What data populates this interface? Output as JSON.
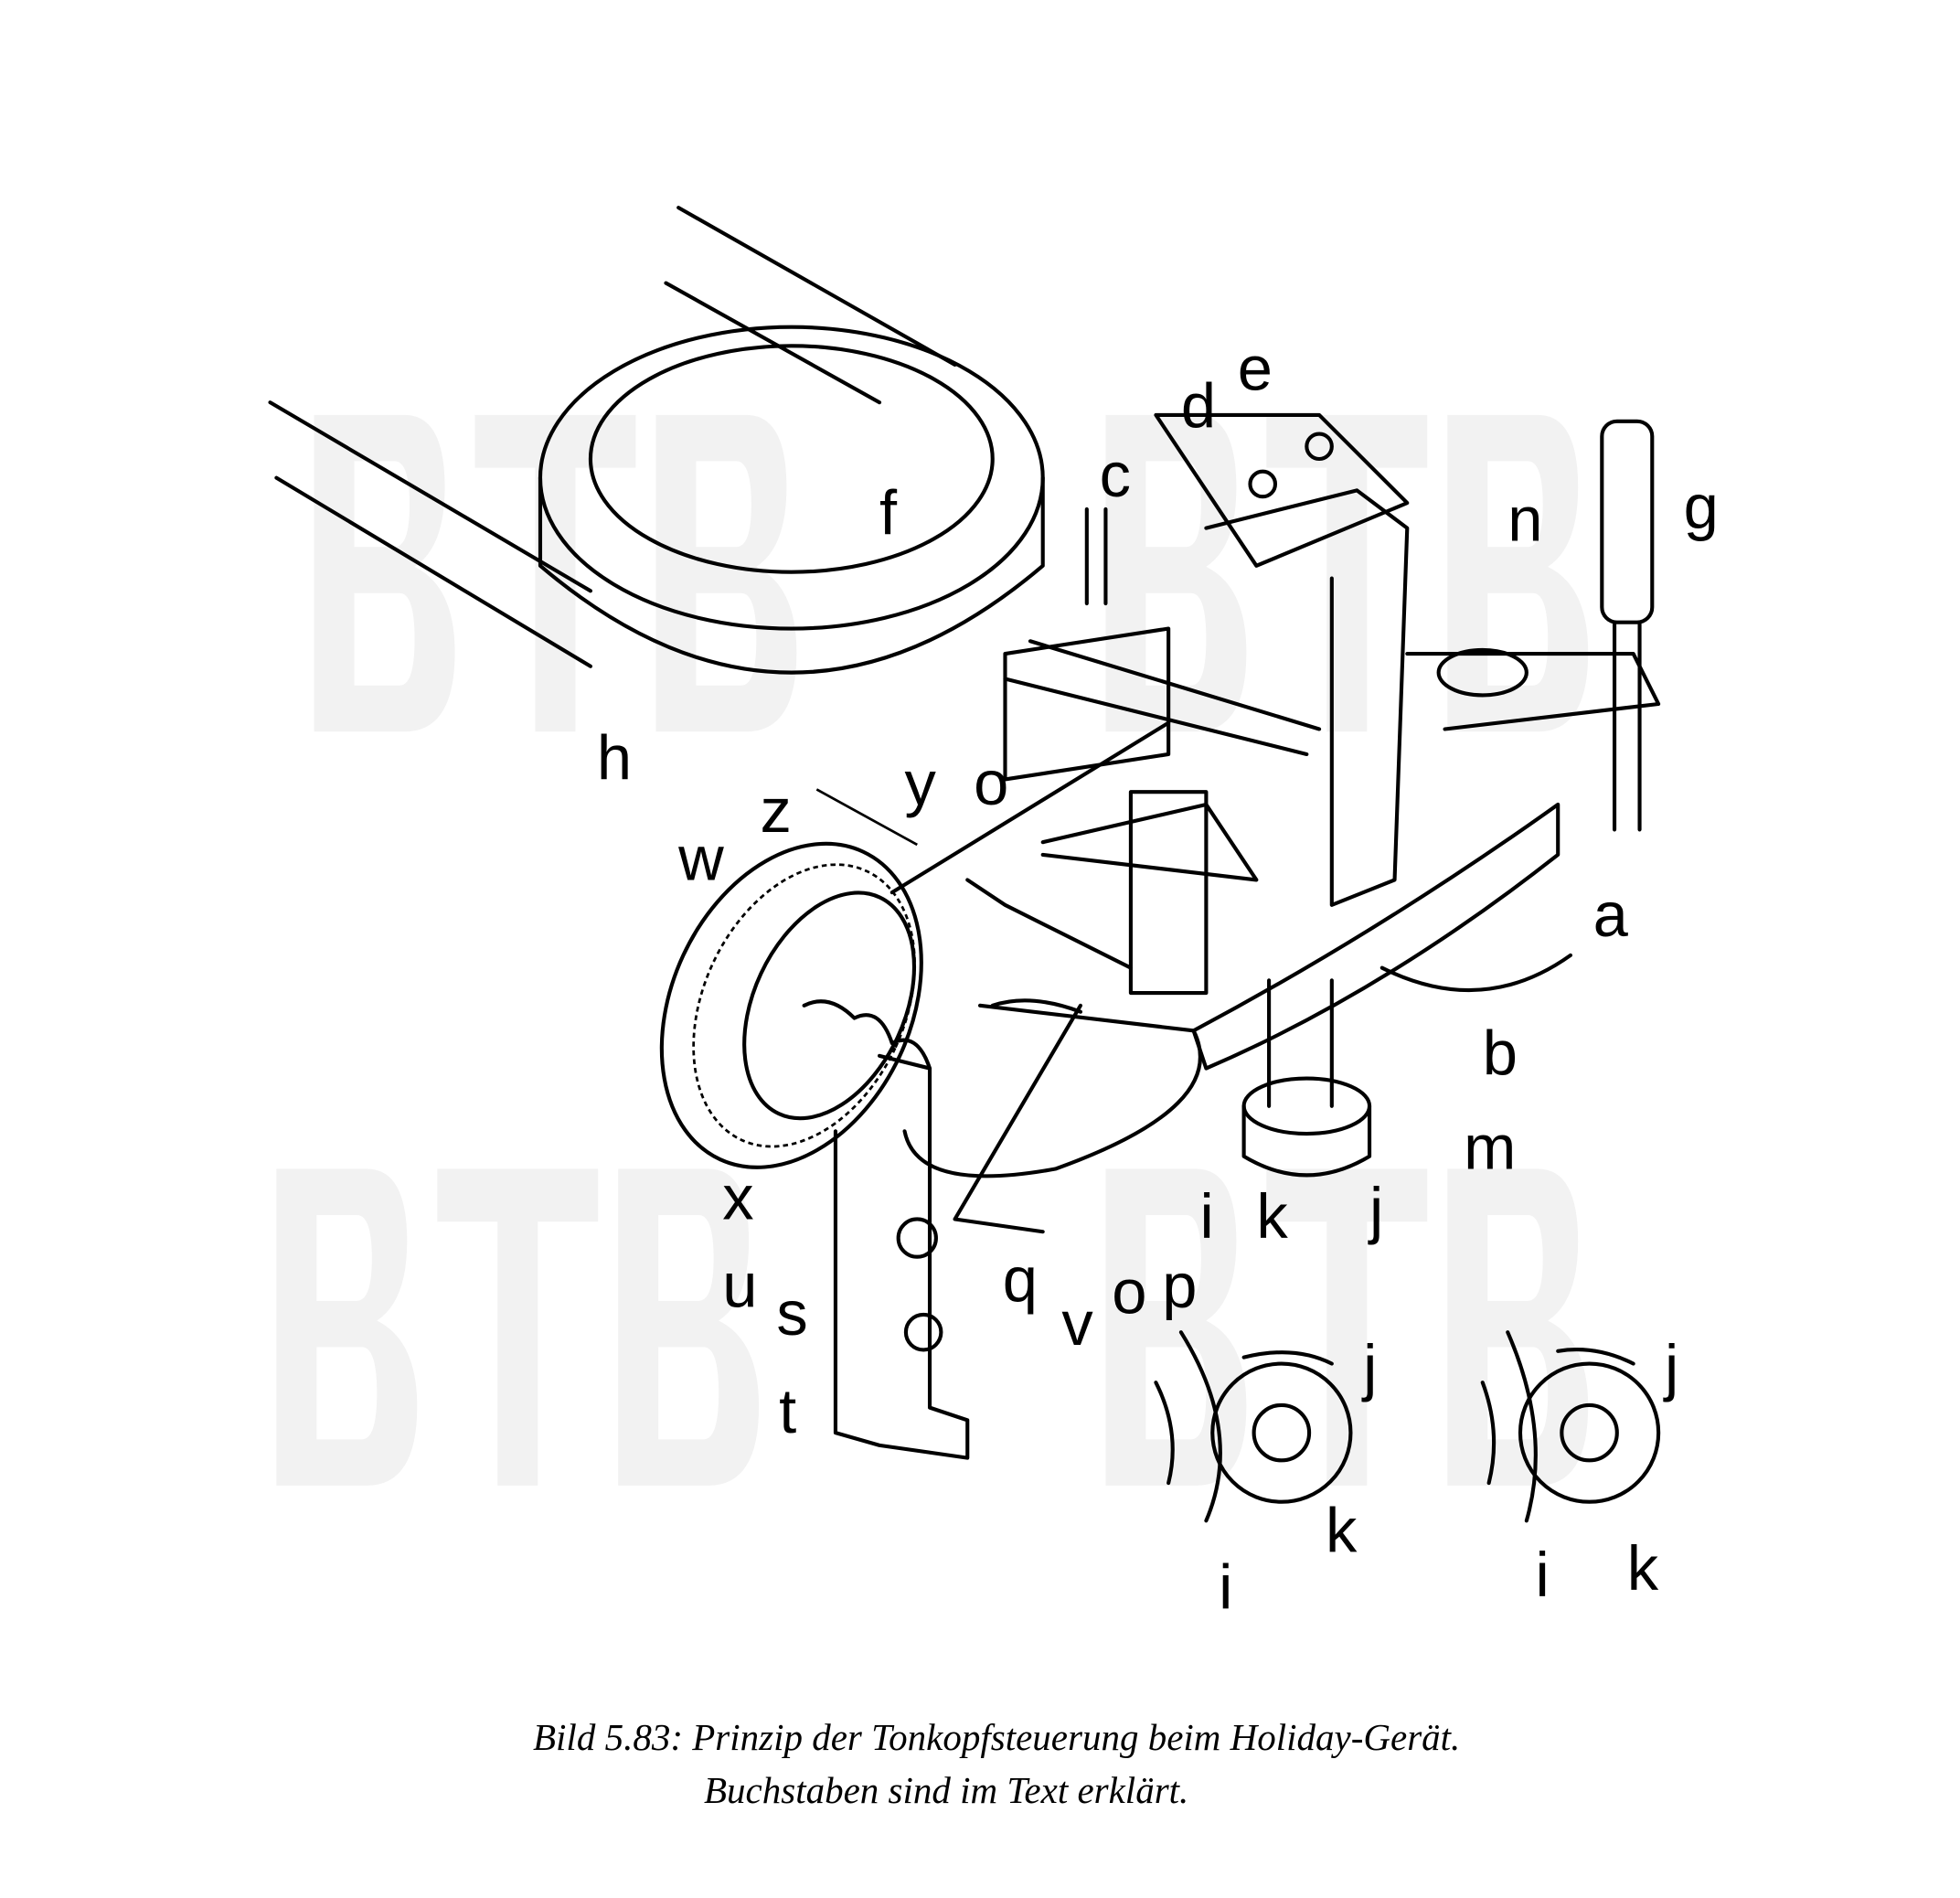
{
  "figure": {
    "watermark": "BTB",
    "labels": [
      "e",
      "d",
      "c",
      "f",
      "g",
      "n",
      "h",
      "o",
      "y",
      "z",
      "w",
      "a",
      "b",
      "m",
      "x",
      "u",
      "s",
      "q",
      "v",
      "o",
      "p",
      "i",
      "k",
      "j",
      "t",
      "j",
      "k",
      "i",
      "j",
      "k",
      "i"
    ],
    "caption_line1": "Bild 5.83: Prinzip der Tonkopfsteuerung beim Holiday-Gerät.",
    "caption_line2": "Buchstaben sind im Text erklärt."
  }
}
